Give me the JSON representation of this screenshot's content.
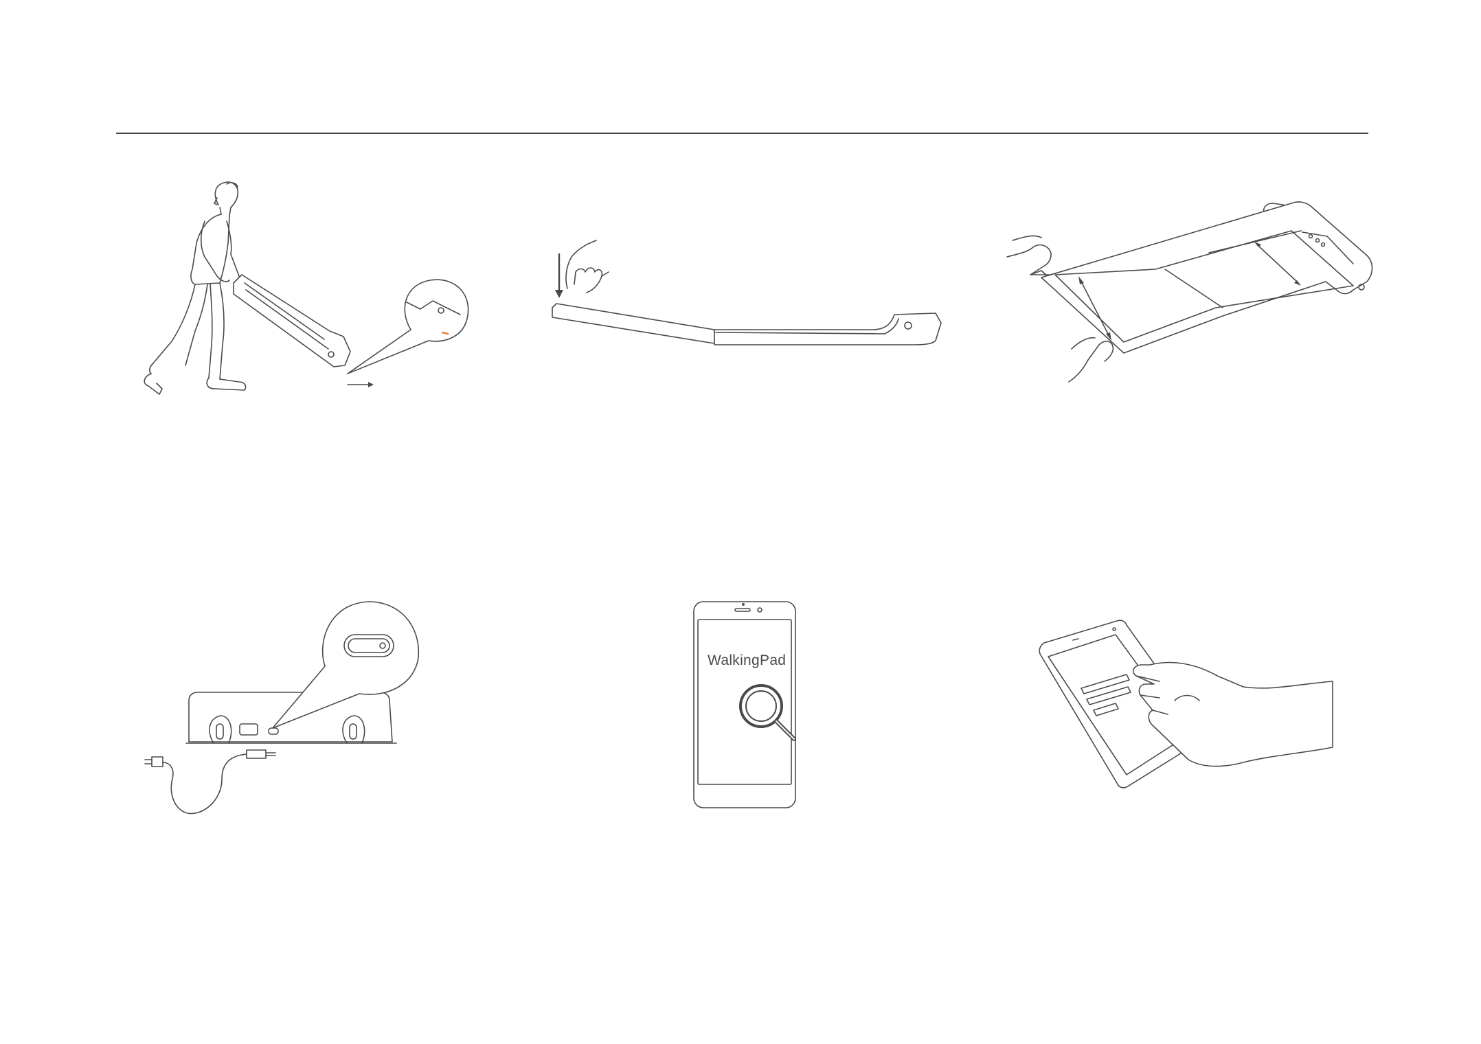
{
  "steps": [
    {
      "id": "move-treadmill",
      "icon": "person-pushing-treadmill-icon"
    },
    {
      "id": "unfold-press",
      "icon": "hand-press-fold-icon"
    },
    {
      "id": "open-fold",
      "icon": "hands-unfolding-treadmill-icon"
    },
    {
      "id": "connect-power",
      "icon": "power-port-cable-icon"
    },
    {
      "id": "search-app",
      "icon": "phone-search-icon",
      "app_label": "WalkingPad"
    },
    {
      "id": "pair-app",
      "icon": "hand-holding-phone-icon"
    }
  ],
  "colors": {
    "line": "#4a4a4a",
    "accent": "#e8833a",
    "background": "#ffffff"
  }
}
